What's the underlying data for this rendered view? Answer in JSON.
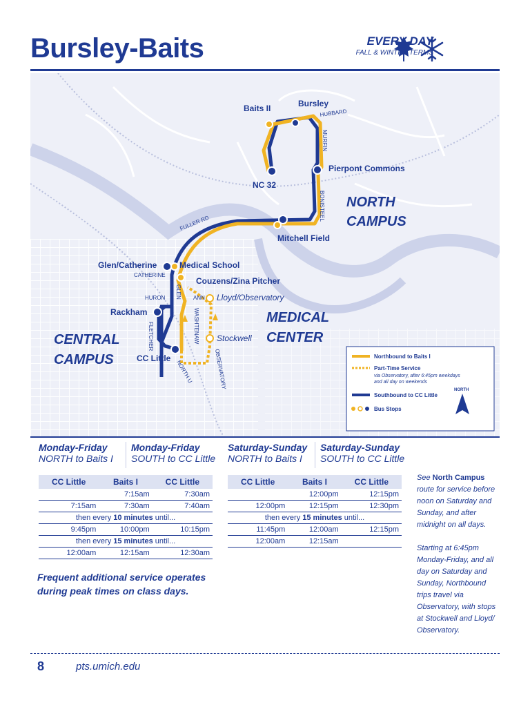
{
  "header": {
    "title": "Bursley-Baits",
    "badge_line1": "EVERY DAY",
    "badge_line2": "FALL & WINTER TERMS"
  },
  "colors": {
    "primary": "#1f3a93",
    "northbound": "#f0b323",
    "map_bg": "#eef0f8"
  },
  "map": {
    "areas": {
      "north1": "NORTH",
      "north2": "CAMPUS",
      "med1": "MEDICAL",
      "med2": "CENTER",
      "cen1": "CENTRAL",
      "cen2": "CAMPUS"
    },
    "stops": {
      "baits2": "Baits II",
      "bursley": "Bursley",
      "nc32": "NC 32",
      "pierpont": "Pierpont Commons",
      "mitchell": "Mitchell Field",
      "glen": "Glen/Catherine",
      "medschool": "Medical School",
      "couzens": "Couzens/Zina Pitcher",
      "lloyd": "Lloyd/Observatory",
      "rackham": "Rackham",
      "stockwell": "Stockwell",
      "cclittle": "CC Little"
    },
    "streets": {
      "hubbard": "HUBBARD",
      "murfin": "MURFIN",
      "bonisteel": "BONISTEEL",
      "fuller": "FULLER RD",
      "catherine": "CATHERINE",
      "huron": "HURON",
      "glen": "GLEN",
      "ann": "ANN",
      "washtenaw": "WASHTENAW",
      "fletcher": "FLETCHER",
      "northu": "NORTH U",
      "observatory": "OBSERVATORY"
    },
    "legend": {
      "northbound": "Northbound to Baits I",
      "parttime": "Part-Time Service",
      "parttime_note1": "via Observatory, after 6:45pm weekdays",
      "parttime_note2": "and all day on weekends",
      "southbound": "Southbound to CC Little",
      "stops": "Bus Stops",
      "north": "NORTH"
    }
  },
  "weekday": {
    "h_north_1": "Monday-Friday",
    "h_north_2": "NORTH to Baits I",
    "h_south_1": "Monday-Friday",
    "h_south_2": "SOUTH to CC Little",
    "columns": [
      "CC Little",
      "Baits I",
      "CC Little"
    ],
    "rows": [
      {
        "a": "",
        "b": "7:15am",
        "c": "7:30am"
      },
      {
        "a": "7:15am",
        "b": "7:30am",
        "c": "7:40am"
      },
      {
        "span_pre": "then every ",
        "span_bold": "10 minutes",
        "span_post": " until..."
      },
      {
        "a": "9:45pm",
        "b": "10:00pm",
        "c": "10:15pm"
      },
      {
        "span_pre": "then every ",
        "span_bold": "15 minutes",
        "span_post": " until..."
      },
      {
        "a": "12:00am",
        "b": "12:15am",
        "c": "12:30am"
      }
    ]
  },
  "weekend": {
    "h_north_1": "Saturday-Sunday",
    "h_north_2": "NORTH to Baits I",
    "h_south_1": "Saturday-Sunday",
    "h_south_2": "SOUTH to CC Little",
    "columns": [
      "CC Little",
      "Baits I",
      "CC Little"
    ],
    "rows": [
      {
        "a": "",
        "b": "12:00pm",
        "c": "12:15pm"
      },
      {
        "a": "12:00pm",
        "b": "12:15pm",
        "c": "12:30pm"
      },
      {
        "span_pre": "then every ",
        "span_bold": "15 minutes",
        "span_post": " until..."
      },
      {
        "a": "11:45pm",
        "b": "12:00am",
        "c": "12:15pm"
      },
      {
        "a": "12:00am",
        "b": "12:15am",
        "c": ""
      }
    ]
  },
  "note": "Frequent additional service operates during peak times on class days.",
  "side": {
    "p1_pre": "See ",
    "p1_bold": "North Campus",
    "p1_post": " route for service before noon on Saturday and Sunday, and after midnight on all days.",
    "p2": "Starting at 6:45pm Monday-Friday, and all day on Saturday and Sunday, Northbound trips travel via Observatory, with stops at Stockwell and Lloyd/ Observatory."
  },
  "footer": {
    "page": "8",
    "url": "pts.umich.edu"
  }
}
